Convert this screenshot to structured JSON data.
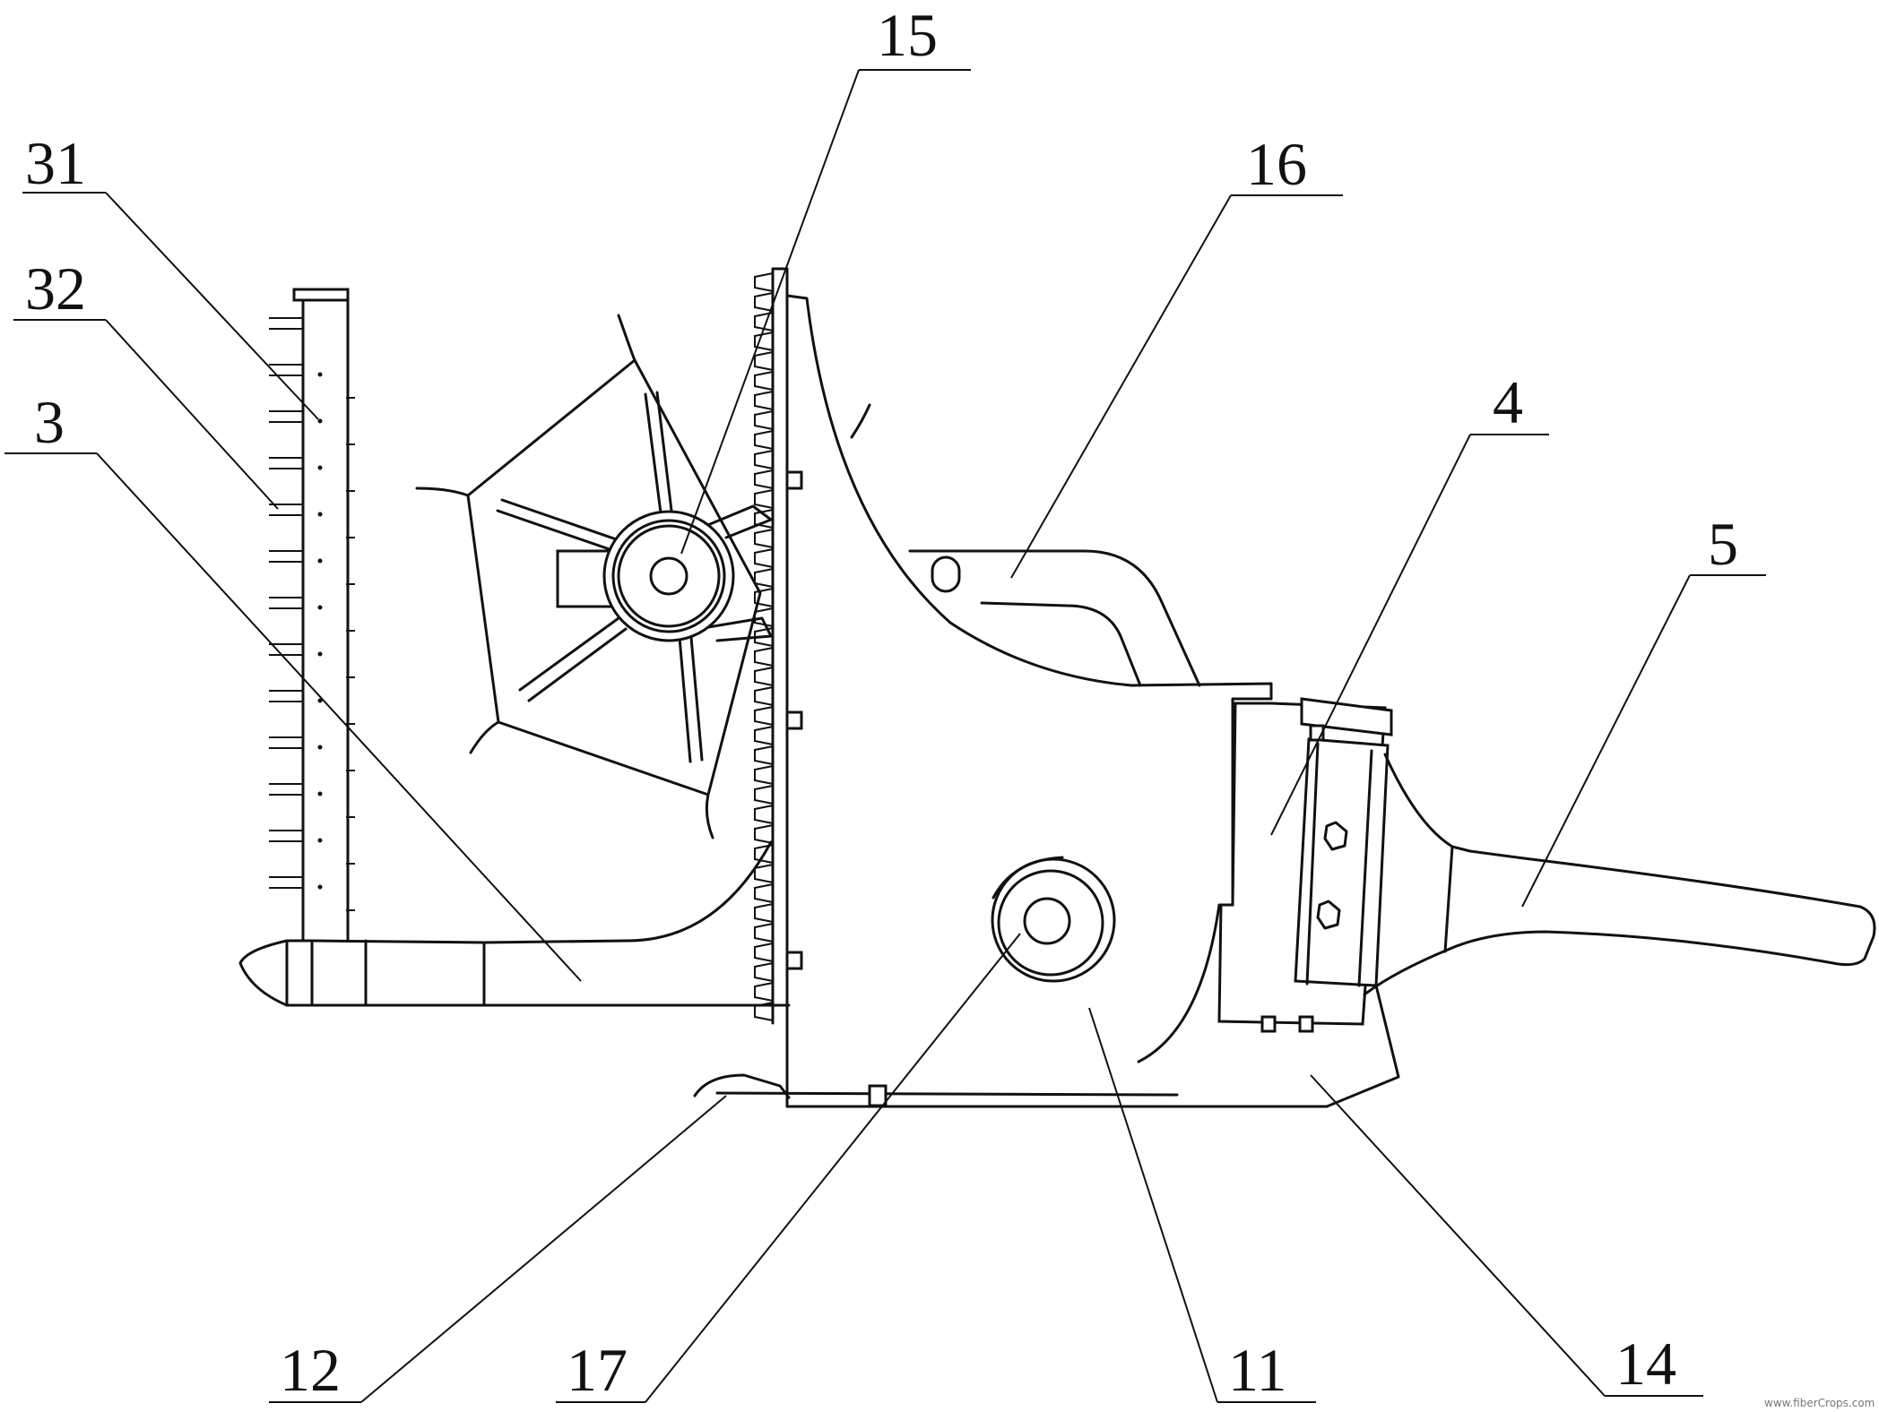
{
  "callouts": [
    {
      "id": "15",
      "text": "15"
    },
    {
      "id": "31",
      "text": "31"
    },
    {
      "id": "32",
      "text": "32"
    },
    {
      "id": "3",
      "text": "3"
    },
    {
      "id": "16",
      "text": "16"
    },
    {
      "id": "4",
      "text": "4"
    },
    {
      "id": "5",
      "text": "5"
    },
    {
      "id": "12",
      "text": "12"
    },
    {
      "id": "17",
      "text": "17"
    },
    {
      "id": "11",
      "text": "11"
    },
    {
      "id": "14",
      "text": "14"
    }
  ],
  "watermark": "www.fiberCrops.com"
}
